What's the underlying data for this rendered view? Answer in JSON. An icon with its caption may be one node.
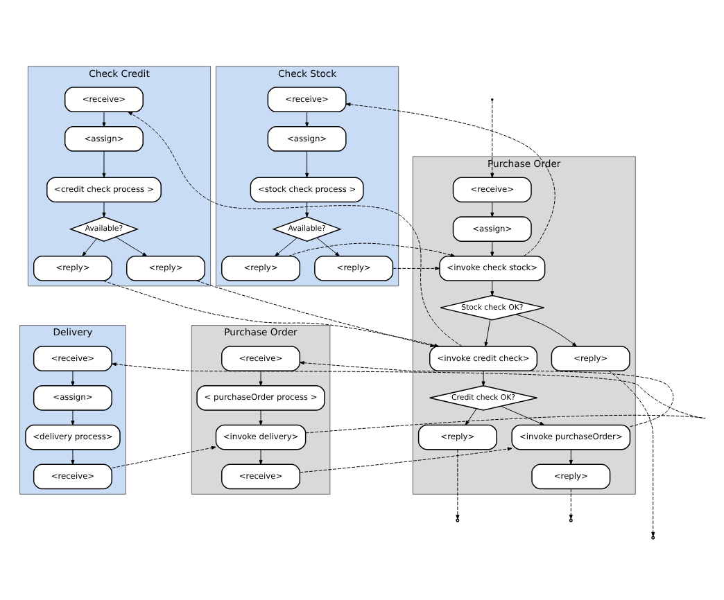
{
  "diagram": {
    "nodes": [
      {
        "text": [
          "Purchase Order"
        ]
      },
      {
        "text": [
          "<receive>"
        ],
        "in": 0
      },
      {
        "text": [
          "<assign>"
        ],
        "in": 0
      },
      {
        "text": [
          "<invoke check stock>"
        ],
        "in": 0
      },
      {
        "text": [
          "Stock check OK?"
        ],
        "in": 0
      },
      {
        "text": [
          "<reply>"
        ],
        "in": 0
      },
      {
        "text": [
          "<invoke credit check>"
        ],
        "in": 0
      },
      {
        "text": [
          "Credit check OK?"
        ],
        "in": 0
      },
      {
        "text": [
          "<reply>"
        ],
        "in": 0
      },
      {
        "text": [
          "<invoke purchaseOrder>"
        ],
        "in": 0
      },
      {
        "text": [
          "<reply>"
        ],
        "in": 0
      },
      {
        "text": [
          "Check Stock"
        ]
      },
      {
        "text": [
          "<receive>"
        ],
        "in": 11
      },
      {
        "text": [
          "<assign>"
        ],
        "in": 11
      },
      {
        "text": [
          "<stock check process >"
        ],
        "in": 11
      },
      {
        "text": [
          "Available?"
        ],
        "in": 11
      },
      {
        "text": [
          "<reply>"
        ],
        "in": 11
      },
      {
        "text": [
          "<reply>"
        ],
        "in": 11
      },
      {
        "text": [
          "Check Credit"
        ]
      },
      {
        "text": [
          "<receive>"
        ],
        "in": 18
      },
      {
        "text": [
          "<assign>"
        ],
        "in": 18
      },
      {
        "text": [
          "<credit check process >"
        ],
        "in": 18
      },
      {
        "text": [
          "Available?"
        ],
        "in": 18
      },
      {
        "text": [
          "<reply>"
        ],
        "in": 18
      },
      {
        "text": [
          "<reply>"
        ],
        "in": 18
      },
      {
        "text": [
          "Purchase Order"
        ]
      },
      {
        "text": [
          "<receive>"
        ],
        "in": 25
      },
      {
        "text": [
          "< purchaseOrder process >"
        ],
        "in": 25
      },
      {
        "text": [
          "<invoke delivery>"
        ],
        "in": 25
      },
      {
        "text": [
          "<receive>"
        ],
        "in": 25
      },
      {
        "text": [
          "Delivery"
        ]
      },
      {
        "text": [
          "<receive>"
        ],
        "in": 30
      },
      {
        "text": [
          "<assign>"
        ],
        "in": 30
      },
      {
        "text": [
          "<delivery process>"
        ],
        "in": 30
      },
      {
        "text": [
          "<receive>"
        ],
        "in": 30
      }
    ],
    "edges": [
      {
        "from": null,
        "to": 1,
        "arrow": "to",
        "style": "dashed"
      },
      {
        "from": 1,
        "to": 2,
        "arrow": "to"
      },
      {
        "from": 2,
        "to": 3,
        "arrow": "to"
      },
      {
        "from": 3,
        "to": 4,
        "arrow": "to"
      },
      {
        "from": 4,
        "to": 5,
        "arrow": "to"
      },
      {
        "from": 4,
        "to": 6,
        "arrow": "to"
      },
      {
        "from": 5,
        "to": null,
        "arrow": "to",
        "style": "dashed"
      },
      {
        "from": 6,
        "to": 7,
        "arrow": "to"
      },
      {
        "from": 7,
        "to": 8,
        "arrow": "to"
      },
      {
        "from": 7,
        "to": 9,
        "arrow": "to"
      },
      {
        "from": 8,
        "to": null,
        "arrow": "to",
        "style": "dashed"
      },
      {
        "from": 9,
        "to": 10,
        "arrow": "to"
      },
      {
        "from": 10,
        "to": null,
        "arrow": "to",
        "style": "dashed"
      },
      {
        "from": 12,
        "to": 13,
        "arrow": "to"
      },
      {
        "from": 13,
        "to": 14,
        "arrow": "to"
      },
      {
        "from": 14,
        "to": 15,
        "arrow": "to"
      },
      {
        "from": 15,
        "to": 16,
        "arrow": "to"
      },
      {
        "from": 15,
        "to": 17,
        "arrow": "to"
      },
      {
        "from": 19,
        "to": 20,
        "arrow": "to"
      },
      {
        "from": 20,
        "to": 21,
        "arrow": "to"
      },
      {
        "from": 21,
        "to": 22,
        "arrow": "to"
      },
      {
        "from": 22,
        "to": 23,
        "arrow": "to"
      },
      {
        "from": 22,
        "to": 24,
        "arrow": "to"
      },
      {
        "from": 26,
        "to": 27,
        "arrow": "to"
      },
      {
        "from": 27,
        "to": 28,
        "arrow": "to"
      },
      {
        "from": 28,
        "to": 29,
        "arrow": "to"
      },
      {
        "from": 31,
        "to": 32,
        "arrow": "to"
      },
      {
        "from": 32,
        "to": 33,
        "arrow": "to"
      },
      {
        "from": 33,
        "to": 34,
        "arrow": "to"
      },
      {
        "from": 3,
        "to": 12,
        "arrow": "to",
        "style": "dashed"
      },
      {
        "from": 16,
        "to": 3,
        "arrow": "to",
        "style": "dashed"
      },
      {
        "from": 17,
        "to": 3,
        "arrow": "to",
        "style": "dashed"
      },
      {
        "from": 6,
        "to": 19,
        "arrow": "to",
        "style": "dashed"
      },
      {
        "from": 23,
        "to": 6,
        "arrow": "to",
        "style": "dashed"
      },
      {
        "from": 24,
        "to": 6,
        "arrow": "to",
        "style": "dashed"
      },
      {
        "from": 9,
        "to": 26,
        "arrow": "to",
        "style": "dashed"
      },
      {
        "from": 29,
        "to": 9,
        "arrow": "to",
        "style": "dashed"
      },
      {
        "from": 28,
        "to": 31,
        "arrow": "to",
        "style": "dashed"
      },
      {
        "from": 34,
        "to": 28,
        "arrow": "to",
        "style": "dashed"
      }
    ]
  }
}
